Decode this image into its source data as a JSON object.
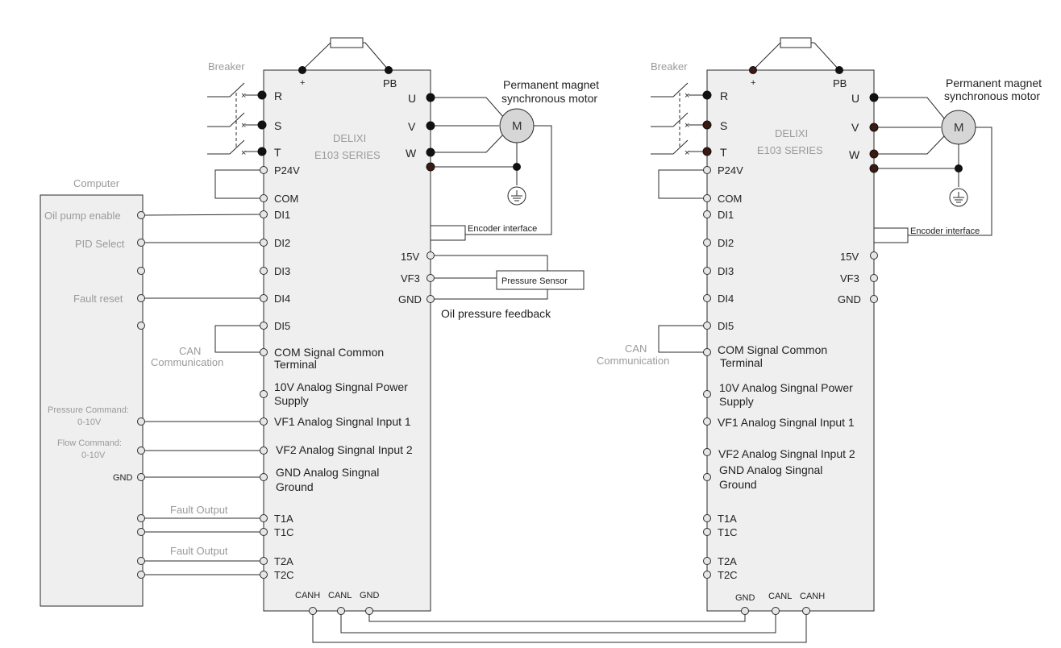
{
  "left": {
    "breaker_label": "Breaker",
    "plus_label": "+",
    "pb_label": "PB",
    "brand": "DELIXI",
    "series": "E103 SERIES",
    "inputs": {
      "r": "R",
      "s": "S",
      "t": "T"
    },
    "outputs": {
      "u": "U",
      "v": "V",
      "w": "W"
    },
    "motor_letter": "M",
    "motor_label_1": "Permanent magnet",
    "motor_label_2": "synchronous motor",
    "encoder_label": "Encoder interface",
    "terms": {
      "p24v": "P24V",
      "com": "COM",
      "di1": "DI1",
      "di2": "DI2",
      "di3": "DI3",
      "di4": "DI4",
      "di5": "DI5",
      "comsig_1": "COM Signal Common",
      "comsig_2": "Terminal",
      "v10_1": "10V Analog Singnal Power",
      "v10_2": "Supply",
      "vf1": "VF1 Analog Singnal Input 1",
      "vf2": "VF2 Analog Singnal Input 2",
      "gnd_1": "GND Analog Singnal",
      "gnd_2": "Ground",
      "t1a": "T1A",
      "t1c": "T1C",
      "t2a": "T2A",
      "t2c": "T2C"
    },
    "right_terms": {
      "v15": "15V",
      "vf3": "VF3",
      "gnd": "GND"
    },
    "pressure_sensor": "Pressure Sensor",
    "oil_feedback": "Oil pressure feedback",
    "can_1": "CAN",
    "can_2": "Communication",
    "bottom": {
      "canh": "CANH",
      "canl": "CANL",
      "gnd": "GND"
    }
  },
  "computer": {
    "title": "Computer",
    "oil_pump": "Oil pump enable",
    "pid": "PID Select",
    "fault_reset": "Fault reset",
    "pressure_cmd_1": "Pressure Command:",
    "pressure_cmd_2": "0-10V",
    "flow_cmd_1": "Flow Command:",
    "flow_cmd_2": "0-10V",
    "gnd": "GND",
    "fault_out_1": "Fault Output",
    "fault_out_2": "Fault Output"
  },
  "right": {
    "breaker_label": "Breaker",
    "plus_label": "+",
    "pb_label": "PB",
    "brand": "DELIXI",
    "series": "E103 SERIES",
    "inputs": {
      "r": "R",
      "s": "S",
      "t": "T"
    },
    "outputs": {
      "u": "U",
      "v": "V",
      "w": "W"
    },
    "motor_letter": "M",
    "motor_label_1": "Permanent magnet",
    "motor_label_2": "synchronous motor",
    "encoder_label": "Encoder interface",
    "terms": {
      "p24v": "P24V",
      "com": "COM",
      "di1": "DI1",
      "di2": "DI2",
      "di3": "DI3",
      "di4": "DI4",
      "di5": "DI5",
      "comsig_1": "COM Signal Common",
      "comsig_2": "Terminal",
      "v10_1": "10V Analog Singnal Power",
      "v10_2": "Supply",
      "vf1": "VF1 Analog Singnal Input 1",
      "vf2": "VF2 Analog Singnal Input 2",
      "gnd_1": "GND Analog Singnal",
      "gnd_2": "Ground",
      "t1a": "T1A",
      "t1c": "T1C",
      "t2a": "T2A",
      "t2c": "T2C"
    },
    "right_terms": {
      "v15": "15V",
      "vf3": "VF3",
      "gnd": "GND"
    },
    "can_1": "CAN",
    "can_2": "Communication",
    "bottom": {
      "gnd": "GND",
      "canl": "CANL",
      "canh": "CANH"
    }
  }
}
